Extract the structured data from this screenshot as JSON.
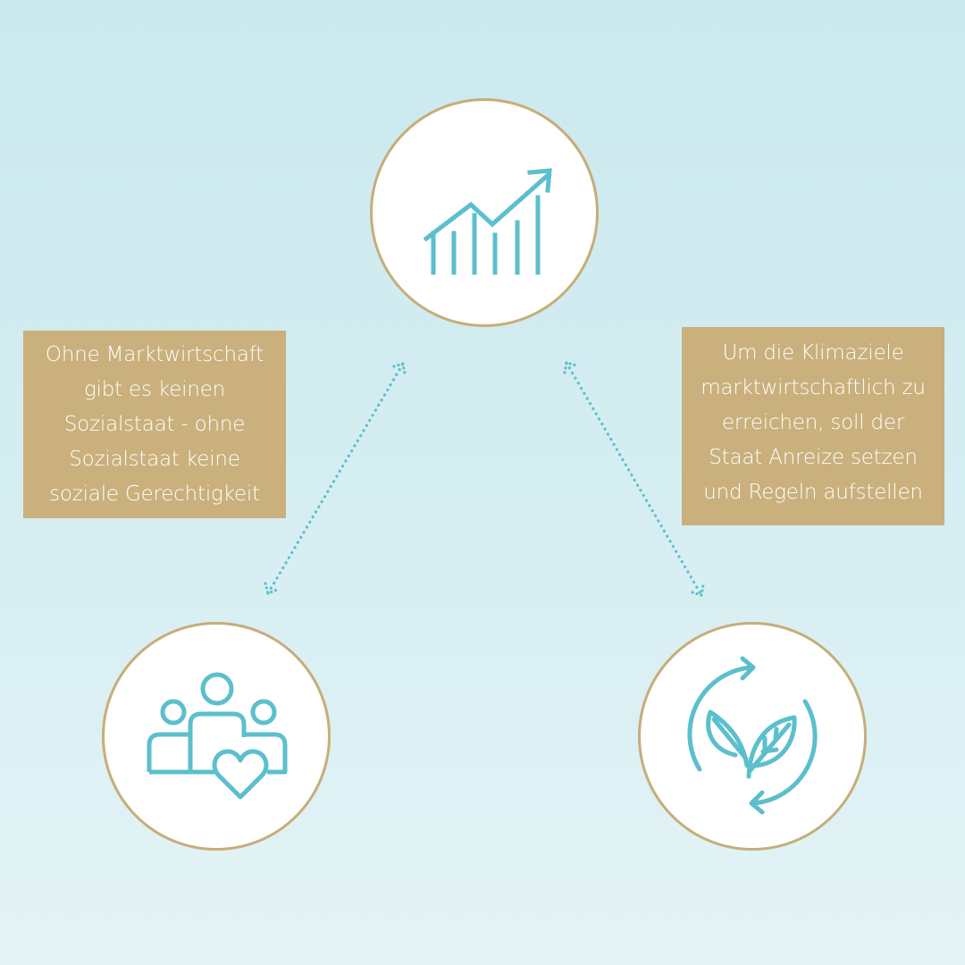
{
  "colors": {
    "accent": "#5bbfcd",
    "gold": "#c9b07c",
    "circle_border": "#c7ad78",
    "circle_fill": "#ffffff",
    "text_on_gold": "#ffffff"
  },
  "nodes": {
    "top": {
      "icon": "growth-chart-icon"
    },
    "left": {
      "icon": "community-heart-icon"
    },
    "right": {
      "icon": "sustainability-leaf-icon"
    }
  },
  "left_box": {
    "lines": [
      "Ohne Marktwirtschaft",
      "gibt es keinen",
      "Sozialstaat - ohne",
      "Sozialstaat keine",
      "soziale Gerechtigkeit"
    ]
  },
  "right_box": {
    "lines": [
      "Um die Klimaziele",
      "marktwirtschaftlich zu",
      "erreichen, soll der",
      "Staat Anreize setzen",
      "und Regeln aufstellen"
    ]
  },
  "connectors": [
    {
      "from": "left",
      "to": "top",
      "style": "dotted",
      "arrows": "both"
    },
    {
      "from": "top",
      "to": "right",
      "style": "dotted",
      "arrows": "both"
    }
  ]
}
